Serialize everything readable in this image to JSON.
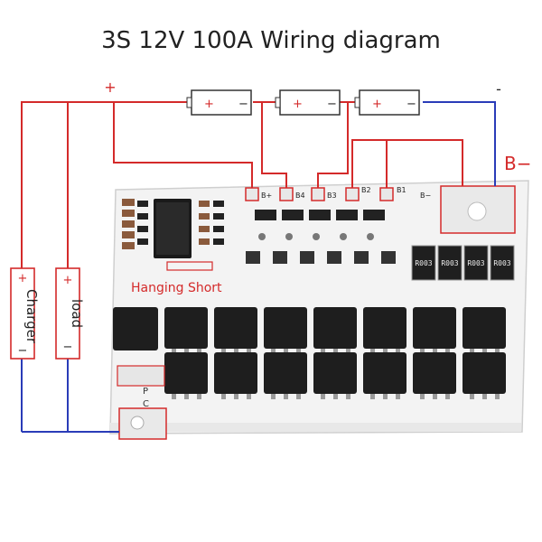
{
  "title": "3S 12V 100A Wiring diagram",
  "labels": {
    "plus": "+",
    "minus": "-",
    "b_minus": "B−",
    "charger": "Charger",
    "load": "load",
    "hanging_short": "Hanging Short"
  },
  "battery_cells": [
    {
      "plus": "+",
      "minus": "−"
    },
    {
      "plus": "+",
      "minus": "−"
    },
    {
      "plus": "+",
      "minus": "−"
    }
  ],
  "charger_terminal": {
    "plus": "+",
    "minus": "−",
    "label": "Charger"
  },
  "load_terminal": {
    "plus": "+",
    "minus": "−",
    "label": "load"
  },
  "pads": [
    "B+",
    "B4",
    "B3",
    "B2",
    "B1",
    "B−"
  ],
  "pcb_pads": [
    "P",
    "C"
  ],
  "resistors": [
    "R003",
    "R003",
    "R003",
    "R003"
  ],
  "colors": {
    "wire_red": "#d42a2a",
    "wire_blue": "#2a3cb8",
    "pcb": "#f4f4f4",
    "mosfet": "#1e1e1e"
  }
}
